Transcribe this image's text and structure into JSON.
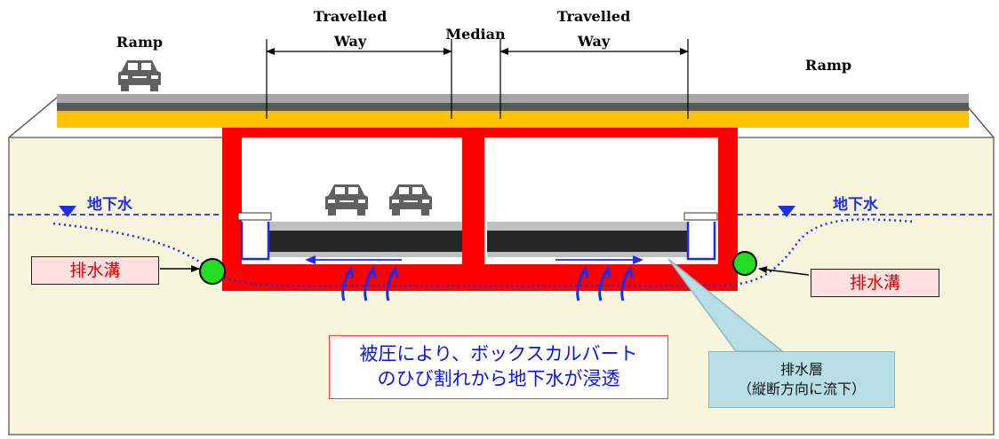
{
  "labels": {
    "ramp_left": "Ramp",
    "ramp_right": "Ramp",
    "travelled_way_left_1": "Travelled",
    "travelled_way_left_2": "Way",
    "travelled_way_right_1": "Travelled",
    "travelled_way_right_2": "Way",
    "median": "Median",
    "groundwater_left": "地下水",
    "groundwater_right": "地下水"
  },
  "drain_boxes": {
    "left": "排水溝",
    "right": "排水溝"
  },
  "callouts": {
    "pressure_line1": "被圧により、ボックスカルバート",
    "pressure_line2": "のひび割れから地下水が浸透",
    "drain_layer_line1": "排水層",
    "drain_layer_line2": "（縦断方向に流下）"
  },
  "colors": {
    "soil": "#f7f5dc",
    "culvert": "#ff0000",
    "deck_yellow": "#ffc000",
    "road_grey": "#a6a6a6",
    "pavement_dark": "#262626",
    "water_blue": "#1f2ee6",
    "drain_green": "#22dd22"
  },
  "icons": [
    "car-icon",
    "water-level-triangle-icon",
    "drain-pipe-icon",
    "seepage-arrow-icon"
  ]
}
